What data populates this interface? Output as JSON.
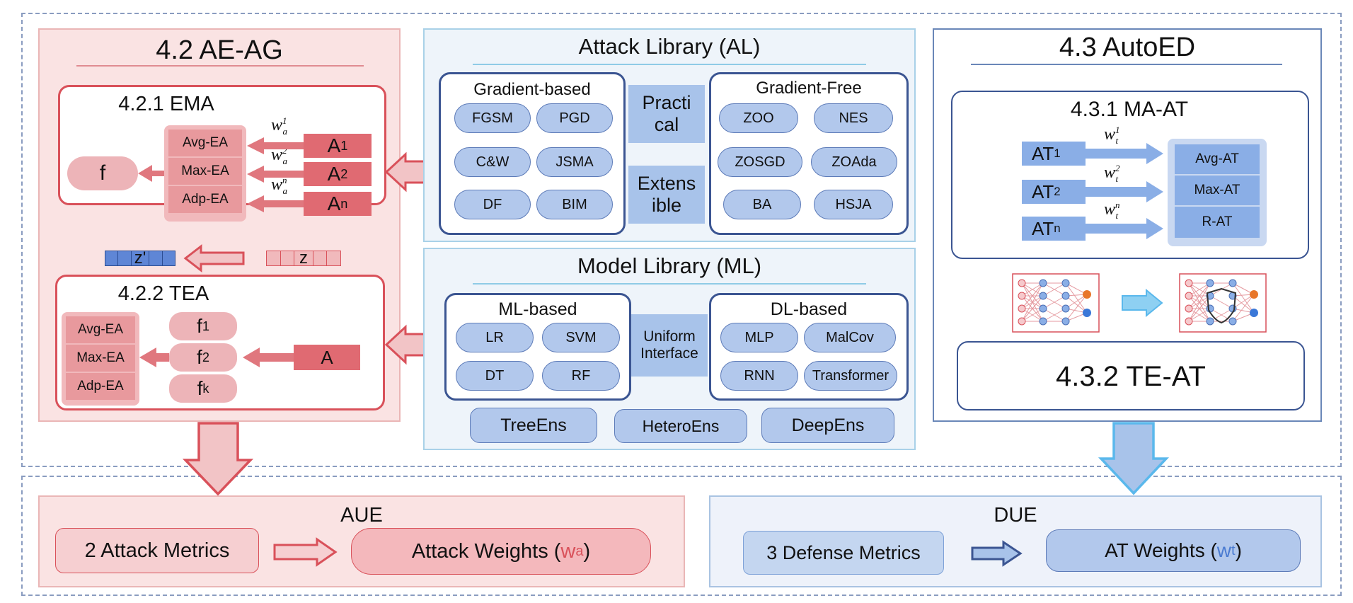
{
  "ae_ag": {
    "title": "4.2 AE-AG",
    "ema": {
      "title": "4.2.1 EMA",
      "f_label": "f",
      "ensembles": [
        "Avg-EA",
        "Max-EA",
        "Adp-EA"
      ],
      "attacks": [
        {
          "base": "A",
          "sub": "1"
        },
        {
          "base": "A",
          "sub": "2"
        },
        {
          "base": "A",
          "sub": "n"
        }
      ],
      "weights": [
        {
          "base": "w",
          "sub": "a",
          "sup": "1"
        },
        {
          "base": "w",
          "sub": "a",
          "sup": "2"
        },
        {
          "base": "w",
          "sub": "a",
          "sup": "n"
        }
      ]
    },
    "z_prime": "z'",
    "z": "z",
    "tea": {
      "title": "4.2.2 TEA",
      "ensembles": [
        "Avg-EA",
        "Max-EA",
        "Adp-EA"
      ],
      "models": [
        {
          "base": "f",
          "sub": "1"
        },
        {
          "base": "f",
          "sub": "2"
        },
        {
          "base": "f",
          "sub": "k"
        }
      ],
      "attack": "A"
    }
  },
  "attack_library": {
    "title": "Attack Library (AL)",
    "gradient_based": {
      "title": "Gradient-based",
      "items": [
        "FGSM",
        "PGD",
        "C&W",
        "JSMA",
        "DF",
        "BIM"
      ]
    },
    "practical": [
      "Practi",
      "cal"
    ],
    "extensible": [
      "Extens",
      "ible"
    ],
    "gradient_free": {
      "title": "Gradient-Free",
      "items": [
        "ZOO",
        "NES",
        "ZOSGD",
        "ZOAda",
        "BA",
        "HSJA"
      ]
    }
  },
  "model_library": {
    "title": "Model Library (ML)",
    "ml_based": {
      "title": "ML-based",
      "items": [
        "LR",
        "SVM",
        "DT",
        "RF"
      ]
    },
    "uniform": [
      "Uniform",
      "Interface"
    ],
    "dl_based": {
      "title": "DL-based",
      "items": [
        "MLP",
        "MalCov",
        "RNN",
        "Transformer"
      ]
    },
    "ensembles": [
      "TreeEns",
      "HeteroEns",
      "DeepEns"
    ]
  },
  "auto_ed": {
    "title": "4.3 AutoED",
    "ma_at": {
      "title": "4.3.1 MA-AT",
      "ats": [
        {
          "base": "AT",
          "sub": "1"
        },
        {
          "base": "AT",
          "sub": "2"
        },
        {
          "base": "AT",
          "sub": "n"
        }
      ],
      "weights": [
        {
          "base": "w",
          "sub": "t",
          "sup": "1"
        },
        {
          "base": "w",
          "sub": "t",
          "sup": "2"
        },
        {
          "base": "w",
          "sub": "t",
          "sup": "n"
        }
      ],
      "methods": [
        "Avg-AT",
        "Max-AT",
        "R-AT"
      ]
    },
    "te_at": "4.3.2 TE-AT"
  },
  "aue": {
    "title": "AUE",
    "metrics": "2 Attack Metrics",
    "weights_prefix": "Attack Weights (",
    "weights_var": "w",
    "weights_sub": "a",
    "weights_suffix": ")"
  },
  "due": {
    "title": "DUE",
    "metrics": "3 Defense Metrics",
    "weights_prefix": "AT Weights (",
    "weights_var": "w",
    "weights_sub": "t",
    "weights_suffix": ")"
  },
  "colors": {
    "red_border": "#d9515a",
    "red_fill": "#fae3e3",
    "navy_border": "#3b5592",
    "pill_blue": "#b2c8ec",
    "light_blue_border": "#a9d1e8",
    "sky_arrow": "#5ab8ec",
    "weight_red": "#d9515a",
    "weight_blue": "#4a7bd1"
  }
}
